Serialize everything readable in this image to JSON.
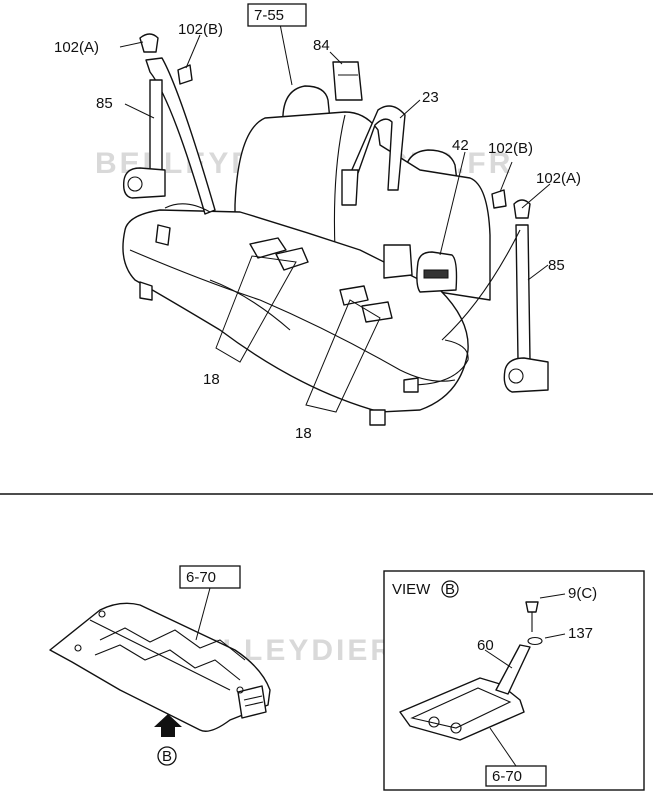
{
  "colors": {
    "line": "#111111",
    "watermark": "#d9d9d9",
    "background": "#ffffff"
  },
  "watermark": {
    "text": "BELLEYDIER-PIECES.FR"
  },
  "top_view": {
    "callouts": {
      "ref_7_55": "7-55",
      "p102a_left": "102(A)",
      "p102b_left": "102(B)",
      "p84": "84",
      "p23": "23",
      "p85_left": "85",
      "p42": "42",
      "p102b_right": "102(B)",
      "p102a_right": "102(A)",
      "p85_right": "85",
      "p18_left": "18",
      "p18_right": "18"
    }
  },
  "bottom_left": {
    "ref_6_70": "6-70",
    "view_marker": "B"
  },
  "view_b": {
    "title": "VIEW",
    "title_marker": "B",
    "callouts": {
      "p9c": "9(C)",
      "p137": "137",
      "p60": "60",
      "ref_6_70": "6-70"
    }
  }
}
